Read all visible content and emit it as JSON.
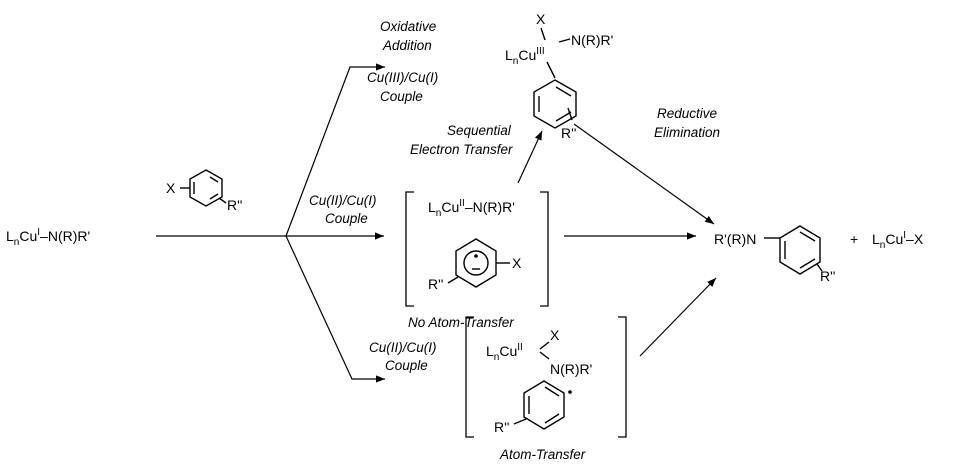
{
  "reactant": {
    "text": "LnCuI–N(R)R'"
  },
  "aryl_halide": {
    "x": "X",
    "r": "R''"
  },
  "paths": {
    "oxidative": {
      "label1": "Oxidative",
      "label2": "Addition",
      "couple1": "Cu(III)/Cu(I)",
      "couple2": "Couple"
    },
    "set": {
      "couple1": "Cu(II)/Cu(I)",
      "couple2": "Couple",
      "seq1": "Sequential",
      "seq2": "Electron Transfer",
      "caption": "No Atom-Transfer"
    },
    "at": {
      "couple1": "Cu(II)/Cu(I)",
      "couple2": "Couple",
      "caption": "Atom-Transfer"
    },
    "reductive": {
      "label1": "Reductive",
      "label2": "Elimination"
    }
  },
  "cu3_intermediate": {
    "x": "X",
    "amine": "N(R)R'",
    "r": "R''"
  },
  "radical_anion_complex": {
    "r": "R''",
    "x": "X"
  },
  "atom_transfer_complex": {
    "x": "X",
    "amine": "N(R)R'",
    "r": "R''"
  },
  "product": {
    "amine": "R'(R)N",
    "r": "R''",
    "plus": "+"
  },
  "byproduct": {
    "text": "LnCuI–X"
  }
}
